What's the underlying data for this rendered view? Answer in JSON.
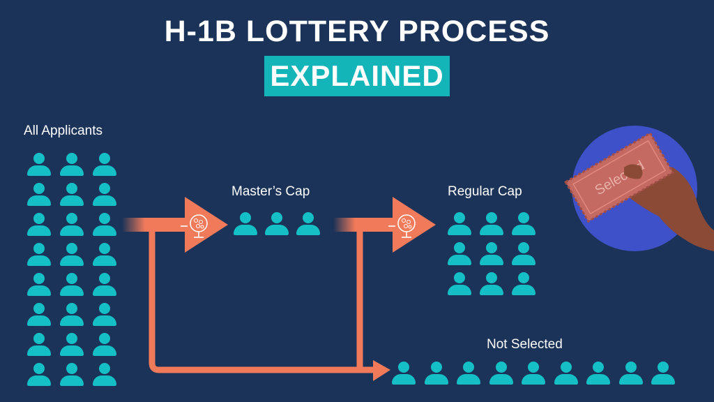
{
  "title": "H-1B LOTTERY PROCESS",
  "subtitle": "EXPLAINED",
  "labels": {
    "all_applicants": "All Applicants",
    "masters_cap": "Master’s Cap",
    "regular_cap": "Regular Cap",
    "not_selected": "Not Selected",
    "ticket": "Selected"
  },
  "groups": {
    "all_applicants_count": 24,
    "masters_cap_count": 3,
    "regular_cap_count": 9,
    "not_selected_count": 9
  },
  "colors": {
    "background": "#1b3358",
    "accent_teal": "#14b5b8",
    "person": "#14c0c6",
    "arrow": "#f07a5a",
    "circle": "#3f51c8",
    "ticket": "#c46a62",
    "hand": "#8a4a35"
  },
  "icons": [
    "person-icon",
    "lottery-drum-icon",
    "hand-holding-ticket-icon"
  ]
}
